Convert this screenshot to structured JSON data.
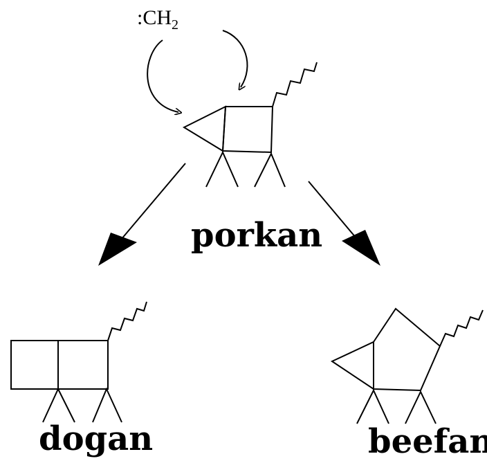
{
  "reagent": {
    "prefix": ":",
    "base": "CH",
    "subscript": "2"
  },
  "molecules": {
    "top": "porkan",
    "bottom_left": "dogan",
    "bottom_right": "beefan"
  }
}
